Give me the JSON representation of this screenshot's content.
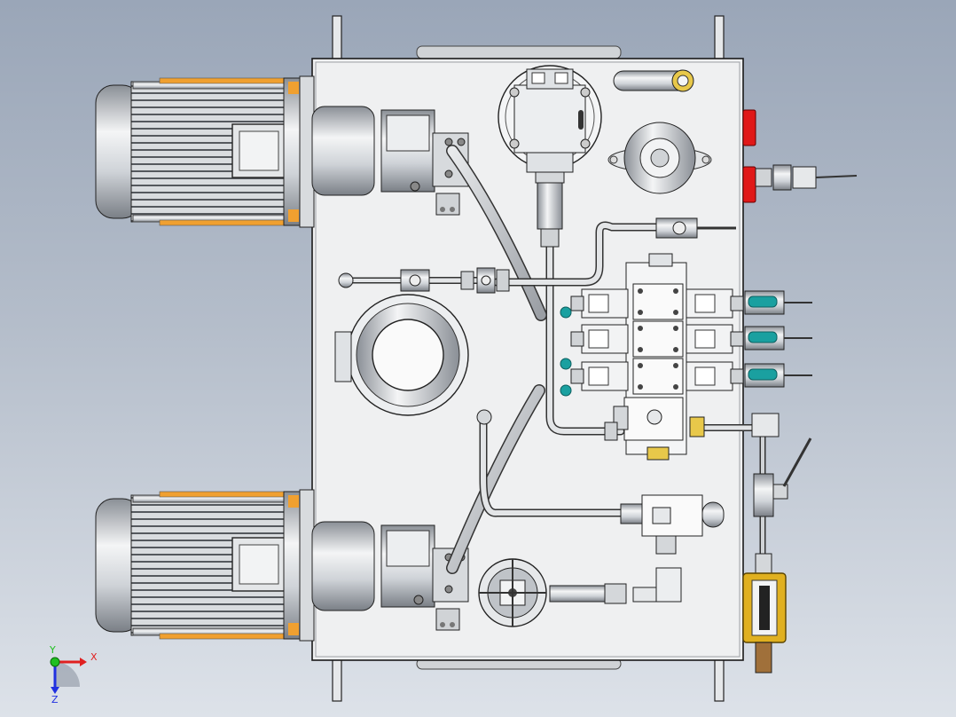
{
  "triad": {
    "x_label": "X",
    "y_label": "Y",
    "z_label": "Z"
  },
  "colors": {
    "background_top": "#9aa6b8",
    "background_bottom": "#dde2e9",
    "motor_orange": "#f0a030",
    "fitting_teal": "#1aa0a0",
    "plug_red": "#e01818",
    "valve_yellow": "#e0b020",
    "axis_x": "#e02020",
    "axis_y": "#20c020",
    "axis_z": "#2030e0"
  }
}
